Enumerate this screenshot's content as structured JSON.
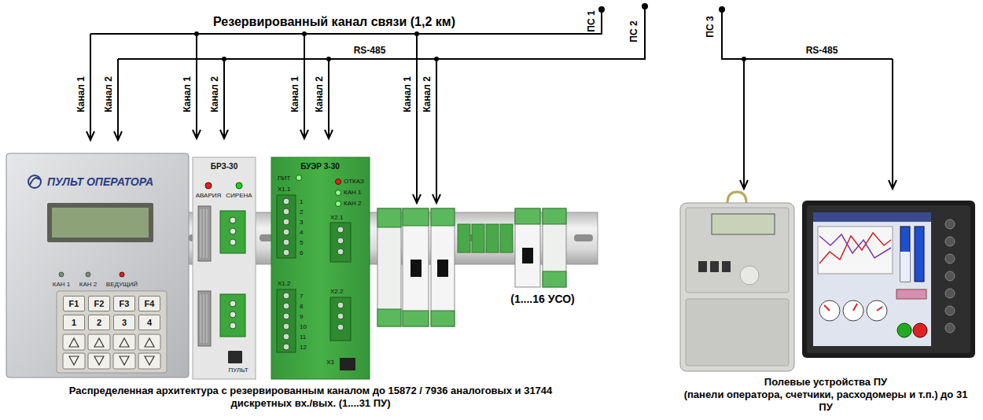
{
  "diagram": {
    "nodes": [
      {
        "text": [
          "ПУЛЬТ ОПЕРАТОРА",
          "КАН 1",
          "КАН 2",
          "ВЕДУЩИЙ"
        ]
      },
      {
        "text": [
          "F1"
        ],
        "in": 0
      },
      {
        "text": [
          "F2"
        ],
        "in": 0
      },
      {
        "text": [
          "F3"
        ],
        "in": 0
      },
      {
        "text": [
          "F4"
        ],
        "in": 0
      },
      {
        "text": [
          "1"
        ],
        "in": 0
      },
      {
        "text": [
          "2"
        ],
        "in": 0
      },
      {
        "text": [
          "3"
        ],
        "in": 0
      },
      {
        "text": [
          "4"
        ],
        "in": 0
      },
      {
        "text": [
          "БРЗ-30",
          "АВАРИЯ",
          "СИРЕНА",
          "ПУЛЬТ"
        ]
      },
      {
        "text": [
          "БУЭР 3-30",
          "ПИТ",
          "ОТКАЗ",
          "КАН 1",
          "КАН 2",
          "X1.1",
          "X2.1",
          "X1.2",
          "X2.2",
          "X3",
          "1",
          "2",
          "3",
          "4",
          "5",
          "6",
          "7",
          "8",
          "9",
          "10",
          "11",
          "12"
        ]
      }
    ],
    "labels": [
      "Резервированный канал связи (1,2 км)",
      "ПС 1",
      "ПС 2",
      "RS-485",
      "ПС 3",
      "RS-485",
      "Канал 1",
      "Канал 2",
      "Канал 1",
      "Канал 2",
      "Канал 1",
      "Канал 2",
      "Канал 1",
      "Канал 2",
      "(1....16 УСО)",
      "Распределенная архитектура с резервированным каналом до 15872 / 7936 аналоговых и 31744 дискретных вх./вых. (1....31 ПУ)",
      "Полевые устройства ПУ",
      "(панели оператора, счетчики, расходомеры и т.п.) до 31 ПУ"
    ]
  }
}
